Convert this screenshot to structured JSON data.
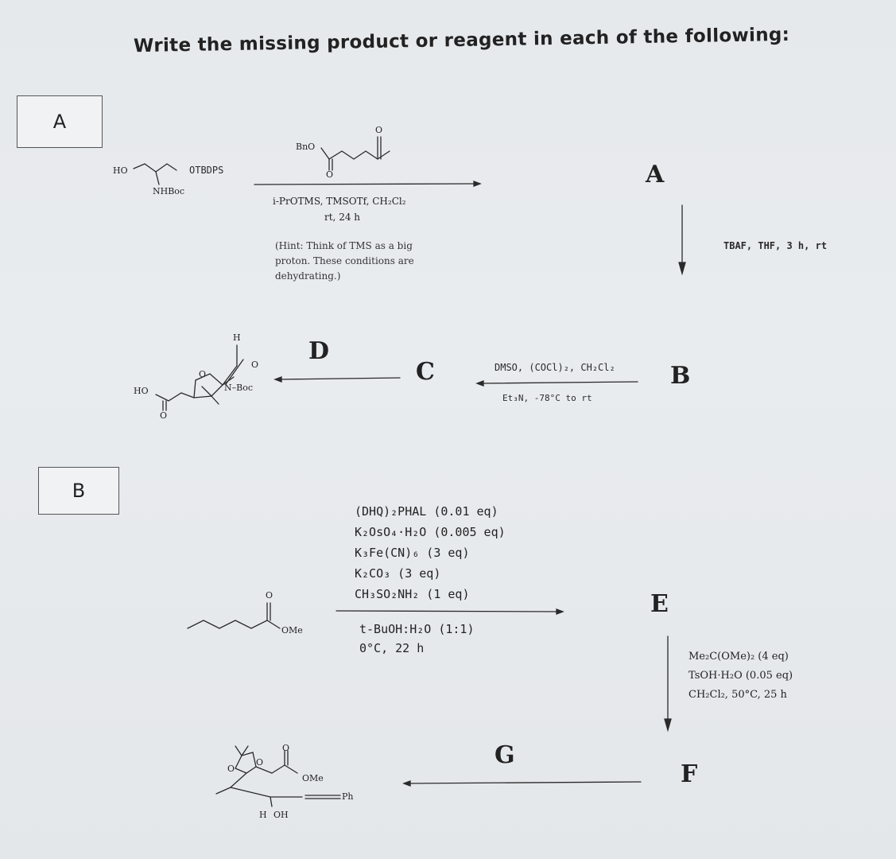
{
  "title": "Write the missing product or reagent in each of the following:",
  "sections": {
    "a": "A",
    "b": "B"
  },
  "partA": {
    "start_ho": "HO",
    "start_otbdps": "OTBDPS",
    "start_nhboc": "NHBoc",
    "reagent_bno": "BnO",
    "reagent_o_top": "O",
    "reagent_o_bottom": "O",
    "conditions_line1": "i-PrOTMS, TMSOTf, CH₂Cl₂",
    "conditions_line2": "rt, 24 h",
    "hint_line1": "(Hint: Think of TMS as a big",
    "hint_line2": "proton. These conditions are",
    "hint_line3": "dehydrating.)",
    "label_A": "A",
    "tbaf": "TBAF, THF, 3 h, rt",
    "label_B": "B",
    "swern_line1": "DMSO, (COCl)₂, CH₂Cl₂",
    "swern_line2": "Et₃N, -78°C to rt",
    "label_C": "C",
    "label_D": "D",
    "product_h": "H",
    "product_o_ring": "O",
    "product_o_ald": "O",
    "product_n_boc": "N–Boc",
    "product_ho": "HO",
    "product_o_bottom": "O"
  },
  "partB": {
    "conditions": [
      "(DHQ)₂PHAL (0.01 eq)",
      "K₂OsO₄·H₂O (0.005 eq)",
      "K₃Fe(CN)₆ (3 eq)",
      "K₂CO₃ (3 eq)",
      "CH₃SO₂NH₂ (1 eq)"
    ],
    "solvent_line1": "t-BuOH:H₂O (1:1)",
    "solvent_line2": "0°C, 22 h",
    "start_o": "O",
    "start_ome": "OMe",
    "label_E": "E",
    "acetonide_line1": "Me₂C(OMe)₂ (4 eq)",
    "acetonide_line2": "TsOH·H₂O (0.05 eq)",
    "acetonide_line3": "CH₂Cl₂, 50°C, 25 h",
    "label_F": "F",
    "label_G": "G",
    "product_o1": "O",
    "product_o2": "O",
    "product_o3": "O",
    "product_ome": "OMe",
    "product_ph": "Ph",
    "product_h": "H",
    "product_oh": "OH"
  }
}
